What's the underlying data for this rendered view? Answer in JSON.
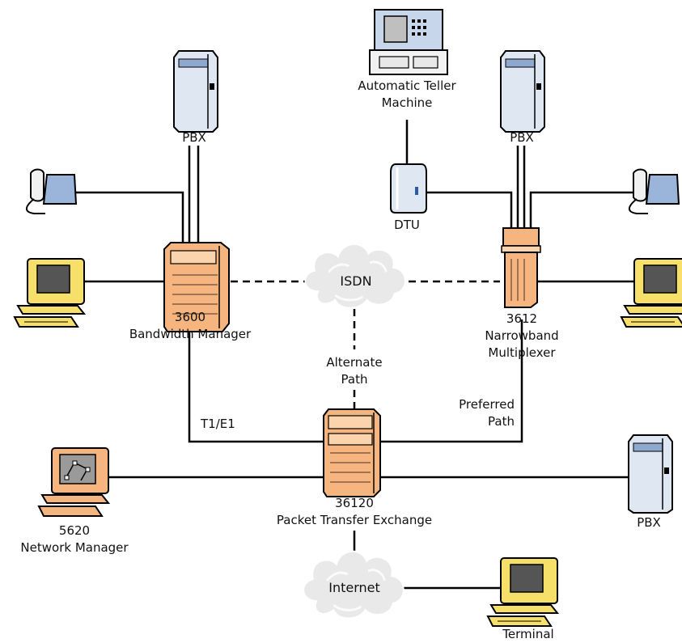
{
  "labels": {
    "atm_line1": "Automatic Teller",
    "atm_line2": "Machine",
    "pbx_left": "PBX",
    "pbx_right": "PBX",
    "pbx_bottom": "PBX",
    "dtu": "DTU",
    "isdn": "ISDN",
    "internet": "Internet",
    "bm_model": "3600",
    "bm_name": "Bandwidth Manager",
    "nm_model": "3612",
    "nm_name_line1": "Narrowband",
    "nm_name_line2": "Multiplexer",
    "alt_line1": "Alternate",
    "alt_line2": "Path",
    "pref_line1": "Preferred",
    "pref_line2": "Path",
    "t1e1": "T1/E1",
    "pte_model": "36120",
    "pte_name": "Packet Transfer Exchange",
    "netmgr_model": "5620",
    "netmgr_name": "Network Manager",
    "terminal": "Terminal"
  },
  "colors": {
    "orange_device": "#f6b47e",
    "yellow_computer": "#f7e06a",
    "pbx_blue": "#dfe7f3",
    "cloud": "#e9e9e9",
    "line": "#000000"
  }
}
